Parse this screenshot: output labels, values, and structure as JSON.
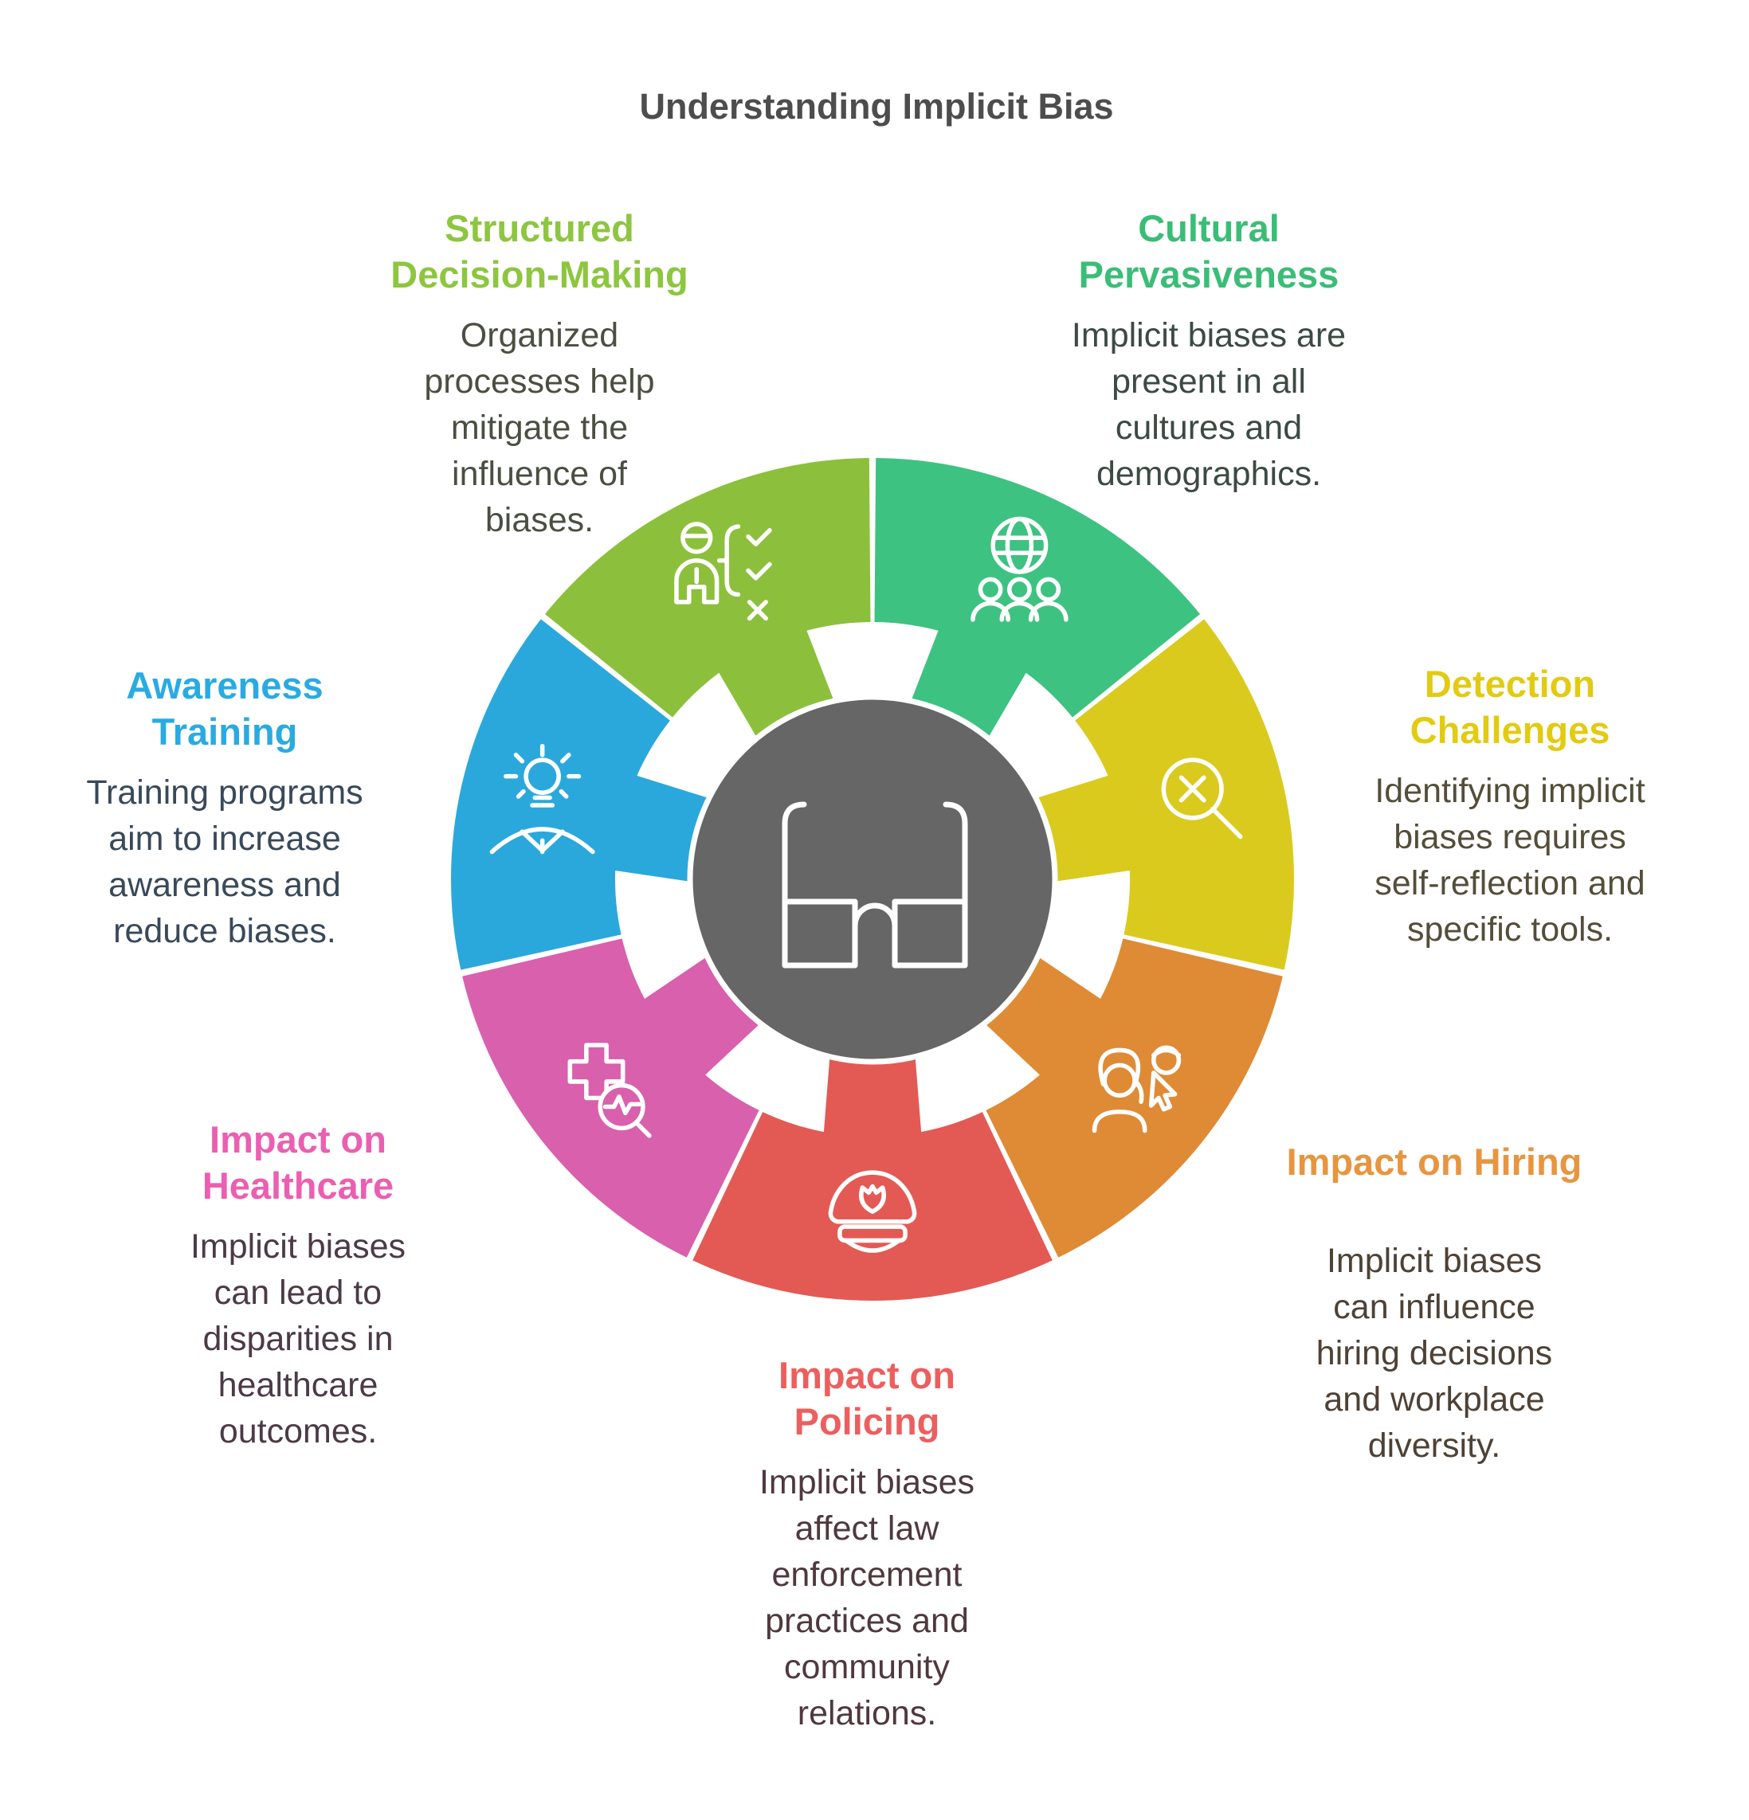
{
  "title": "Understanding Implicit Bias",
  "title_color": "#4D4D4D",
  "center": {
    "icon": "glasses-icon",
    "circle_color": "#666666",
    "icon_color": "#ffffff"
  },
  "sections": [
    {
      "id": "structured-decision-making",
      "heading": [
        "Structured",
        "Decision-Making"
      ],
      "heading_color": "#8DC63F",
      "body": [
        "Organized",
        "processes help",
        "mitigate the",
        "influence of",
        "biases."
      ],
      "body_color": "#4A4F42",
      "segment_color": "#8CC03C",
      "icon": "person-checklist-icon"
    },
    {
      "id": "cultural-pervasiveness",
      "heading": [
        "Cultural",
        "Pervasiveness"
      ],
      "heading_color": "#3ABD77",
      "body": [
        "Implicit biases are",
        "present in all",
        "cultures and",
        "demographics."
      ],
      "body_color": "#3C4A43",
      "segment_color": "#3EC281",
      "icon": "globe-people-icon"
    },
    {
      "id": "detection-challenges",
      "heading": [
        "Detection",
        "Challenges"
      ],
      "heading_color": "#E2CB10",
      "body": [
        "Identifying implicit",
        "biases requires",
        "self-reflection and",
        "specific tools."
      ],
      "body_color": "#534E39",
      "segment_color": "#DACA1E",
      "icon": "magnifier-x-icon"
    },
    {
      "id": "impact-on-hiring",
      "heading": [
        "Impact on Hiring"
      ],
      "heading_color": "#E89540",
      "body": [
        "Implicit biases",
        "can influence",
        "hiring decisions",
        "and workplace",
        "diversity."
      ],
      "body_color": "#4E4136",
      "segment_color": "#DF8B35",
      "icon": "person-cursor-icon"
    },
    {
      "id": "impact-on-policing",
      "heading": [
        "Impact on",
        "Policing"
      ],
      "heading_color": "#ED5E5E",
      "body": [
        "Implicit biases",
        "affect law",
        "enforcement",
        "practices and",
        "community",
        "relations."
      ],
      "body_color": "#4F383E",
      "segment_color": "#E35A54",
      "icon": "police-cap-icon"
    },
    {
      "id": "impact-on-healthcare",
      "heading": [
        "Impact on",
        "Healthcare"
      ],
      "heading_color": "#EB5FB1",
      "body": [
        "Implicit biases",
        "can lead to",
        "disparities in",
        "healthcare",
        "outcomes."
      ],
      "body_color": "#4C3A46",
      "segment_color": "#D960AC",
      "icon": "cross-magnifier-icon"
    },
    {
      "id": "awareness-training",
      "heading": [
        "Awareness",
        "Training"
      ],
      "heading_color": "#29ABE2",
      "body": [
        "Training programs",
        "aim to increase",
        "awareness and",
        "reduce biases."
      ],
      "body_color": "#39495A",
      "segment_color": "#2AA8DC",
      "icon": "bulb-person-icon"
    }
  ],
  "wheel_order_clockwise_from_top": [
    "cultural-pervasiveness",
    "detection-challenges",
    "impact-on-hiring",
    "impact-on-policing",
    "impact-on-healthcare",
    "awareness-training",
    "structured-decision-making"
  ]
}
